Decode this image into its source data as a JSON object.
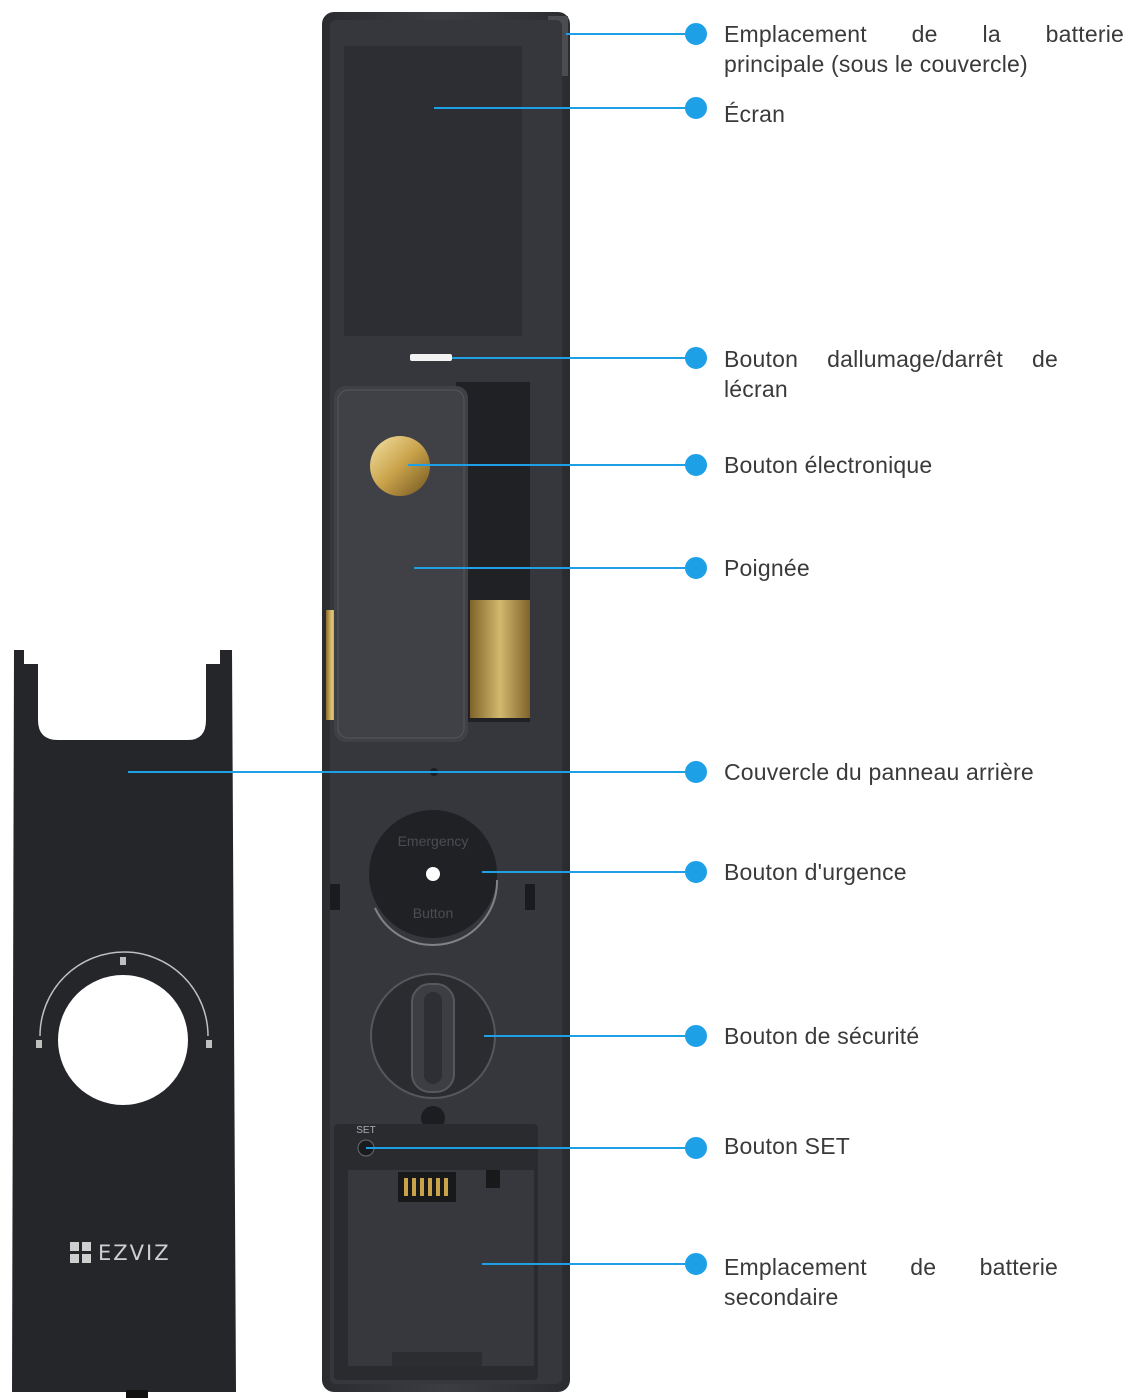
{
  "colors": {
    "accent": "#1ea0e6",
    "lock_body": "#2b2d31",
    "lock_face": "#3a3c42",
    "cover": "#26272b",
    "brass": "#c9a24a",
    "label_text": "#3a3a3a"
  },
  "cover": {
    "brand": "EZVIZ"
  },
  "lock": {
    "emergency_top": "Emergency",
    "emergency_bottom": "Button",
    "set_label": "SET"
  },
  "labels": [
    {
      "id": "main-battery",
      "line1": "Emplacement   de   la   batterie",
      "line2": "principale (sous le couvercle)"
    },
    {
      "id": "screen",
      "line1": "Écran"
    },
    {
      "id": "screen-power",
      "line1": "Bouton  dallumage/darrêt  de",
      "line2": "lécran"
    },
    {
      "id": "electronic-button",
      "line1": "Bouton électronique"
    },
    {
      "id": "handle",
      "line1": "Poignée"
    },
    {
      "id": "back-cover",
      "line1": "Couvercle du panneau arrière"
    },
    {
      "id": "emergency-button",
      "line1": "Bouton d'urgence"
    },
    {
      "id": "safety-knob",
      "line1": "Bouton de sécurité"
    },
    {
      "id": "set-button",
      "line1": "Bouton SET"
    },
    {
      "id": "secondary-battery",
      "line1": "Emplacement     de     batterie",
      "line2": "secondaire"
    }
  ]
}
